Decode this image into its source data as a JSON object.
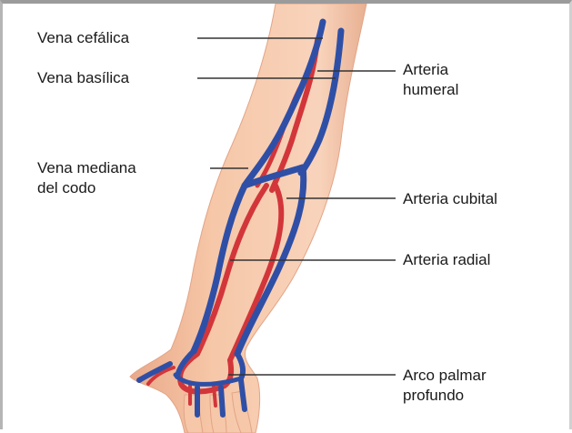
{
  "labels": {
    "vena_cefalica": "Vena cefálica",
    "vena_basilica": "Vena basílica",
    "vena_mediana": [
      "Vena mediana",
      "del codo"
    ],
    "arteria_humeral": [
      "Arteria",
      "humeral"
    ],
    "arteria_cubital": "Arteria cubital",
    "arteria_radial": "Arteria radial",
    "arco_palmar": [
      "Arco palmar",
      "profundo"
    ]
  },
  "colors": {
    "skin": "#f6c7a8",
    "skin_shadow": "#e9a989",
    "vein": "#2f4fa6",
    "artery": "#d2363a",
    "leader_line": "#333333"
  }
}
